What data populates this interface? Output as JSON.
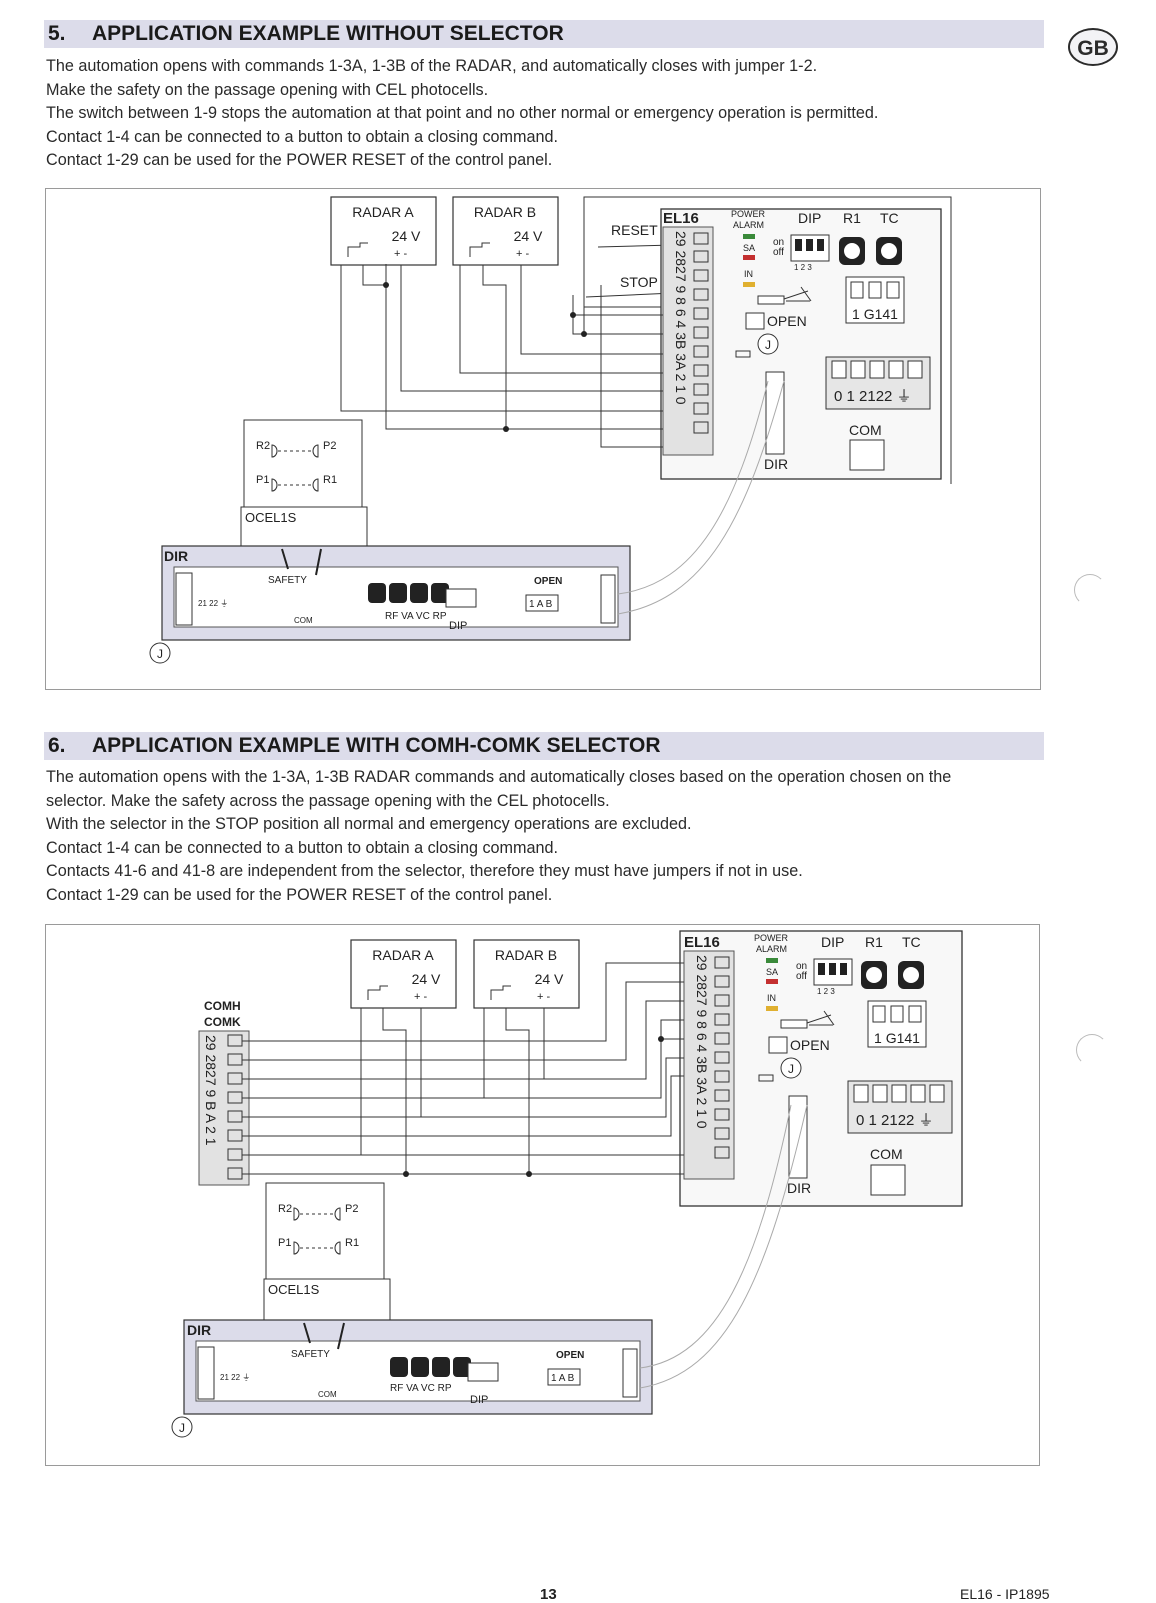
{
  "badge": "GB",
  "section5": {
    "number": "5.",
    "title": "APPLICATION EXAMPLE WITHOUT SELECTOR",
    "lines": [
      "The automation opens with commands 1-3A, 1-3B of the RADAR, and automatically closes with jumper 1-2.",
      "Make the safety on the passage opening with CEL photocells.",
      "The switch between 1-9 stops the automation at that point and no other normal or emergency operation is permitted.",
      "Contact 1-4 can be connected to a button to obtain a closing command.",
      "Contact 1-29 can be used for the POWER RESET of the control panel."
    ]
  },
  "section6": {
    "number": "6.",
    "title": "APPLICATION EXAMPLE WITH COMH-COMK SELECTOR",
    "lines": [
      "The automation opens with the 1-3A, 1-3B RADAR commands and automatically closes based on the operation chosen on the",
      "selector. Make the safety across the passage opening with the CEL photocells.",
      "With the selector in the STOP position all normal and emergency operations are excluded.",
      "Contact 1-4 can be connected to a button to obtain a closing command.",
      "Contacts 41-6 and 41-8 are independent from the selector, therefore they must have jumpers if not in use.",
      "Contact 1-29 can be used for the POWER RESET of the control panel."
    ]
  },
  "labels": {
    "radar_a": "RADAR A",
    "radar_b": "RADAR B",
    "voltage": "24 V",
    "plus_minus": "+   -",
    "reset": "RESET",
    "stop": "STOP",
    "el16": "EL16",
    "power": "POWER",
    "alarm": "ALARM",
    "sa": "SA",
    "in": "IN",
    "dip": "DIP",
    "r1": "R1",
    "tc": "TC",
    "on": "on",
    "off": "off",
    "dip_nums": "1 2 3",
    "open": "OPEN",
    "j": "J",
    "g141": "1 G141",
    "power_terms": "0  1  2122 ⏚",
    "com": "COM",
    "dir": "DIR",
    "el16_terminals": "29 2827 9  8  6  4 3B 3A 2  1  0",
    "comh": "COMH",
    "comk": "COMK",
    "comh_terminals": "29 2827  9  B  A  2  1",
    "r2": "R2",
    "p2": "P2",
    "p1": "P1",
    "r1_photo": "R1",
    "ocel": "OCEL1S",
    "safety": "SAFETY",
    "rf_va": "RF VA VC RP",
    "open_ab": "1 A B",
    "dir_terms": "21 22 ⏚"
  },
  "footer": {
    "page": "13",
    "code": "EL16 - IP1895"
  }
}
